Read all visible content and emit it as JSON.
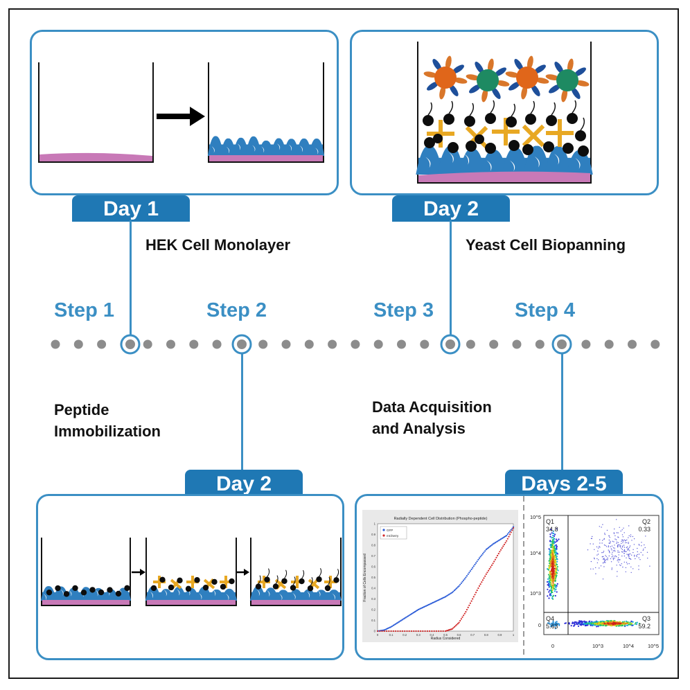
{
  "colors": {
    "accent": "#3b8fc4",
    "tab": "#1f78b4",
    "media": "#c879b7",
    "hek": "#2f7fbf",
    "peptide": "#e8a823",
    "yeast_orange": "#e0661a",
    "yeast_green": "#1e8a62",
    "dot_gray": "#8c8c8c"
  },
  "timeline": {
    "steps": [
      {
        "label": "Step 1"
      },
      {
        "label": "Step 2"
      },
      {
        "label": "Step 3"
      },
      {
        "label": "Step 4"
      }
    ]
  },
  "panels": {
    "top_left": {
      "day": "Day 1",
      "caption": "HEK Cell Monolayer"
    },
    "top_right": {
      "day": "Day 2",
      "caption": "Yeast Cell Biopanning"
    },
    "bottom_left": {
      "day": "Day 2",
      "caption": "Peptide\nImmobilization"
    },
    "bottom_right": {
      "day": "Days 2-5",
      "caption": "Data Acquisition\nand Analysis"
    }
  },
  "line_plot": {
    "title": "Radially Dependent Cell Distribution (Phospho-peptide)",
    "xlabel": "Radius Considered",
    "ylabel": "Fraction of Cells Encompassed",
    "legend": [
      "GFP",
      "mCherry"
    ]
  },
  "flow_plot": {
    "quadrants": [
      {
        "name": "Q1",
        "value": "34.8"
      },
      {
        "name": "Q2",
        "value": "0.33"
      },
      {
        "name": "Q3",
        "value": "59.2"
      },
      {
        "name": "Q4",
        "value": "5.63"
      }
    ]
  },
  "chart_data": [
    {
      "type": "scatter",
      "title": "Radially Dependent Cell Distribution (Phospho-peptide)",
      "xlabel": "Radius Considered",
      "ylabel": "Fraction of Cells Encompassed",
      "xlim": [
        0,
        1
      ],
      "ylim": [
        0,
        1
      ],
      "x_ticks": [
        "0",
        "0.1",
        "0.2",
        "0.3",
        "0.4",
        "0.5",
        "0.6",
        "0.7",
        "0.8",
        "0.9",
        "1"
      ],
      "y_ticks": [
        "0",
        "0.1",
        "0.2",
        "0.3",
        "0.4",
        "0.5",
        "0.6",
        "0.7",
        "0.8",
        "0.9",
        "1"
      ],
      "legend_position": "top-left",
      "series": [
        {
          "name": "GFP",
          "color": "#2a5bd7",
          "x": [
            0,
            0.05,
            0.1,
            0.15,
            0.2,
            0.25,
            0.3,
            0.35,
            0.4,
            0.45,
            0.5,
            0.55,
            0.6,
            0.65,
            0.7,
            0.75,
            0.8,
            0.85,
            0.9,
            0.95,
            1
          ],
          "y": [
            0,
            0.01,
            0.04,
            0.08,
            0.12,
            0.16,
            0.2,
            0.23,
            0.26,
            0.29,
            0.32,
            0.36,
            0.42,
            0.5,
            0.59,
            0.68,
            0.76,
            0.81,
            0.85,
            0.89,
            0.97
          ]
        },
        {
          "name": "mCherry",
          "color": "#d12a2a",
          "x": [
            0,
            0.1,
            0.2,
            0.3,
            0.4,
            0.5,
            0.55,
            0.6,
            0.65,
            0.7,
            0.75,
            0.8,
            0.85,
            0.9,
            0.95,
            1
          ],
          "y": [
            0,
            0,
            0,
            0,
            0,
            0,
            0.02,
            0.08,
            0.18,
            0.3,
            0.42,
            0.53,
            0.63,
            0.74,
            0.84,
            0.96
          ]
        }
      ]
    },
    {
      "type": "scatter",
      "x_ticks": [
        "0",
        "10^3",
        "10^4",
        "10^5"
      ],
      "y_ticks": [
        "0",
        "10^3",
        "10^4",
        "10^5"
      ],
      "x_scale": "log",
      "y_scale": "log",
      "quadrants": {
        "Q1": 34.8,
        "Q2": 0.33,
        "Q3": 59.2,
        "Q4": 5.63
      }
    }
  ]
}
